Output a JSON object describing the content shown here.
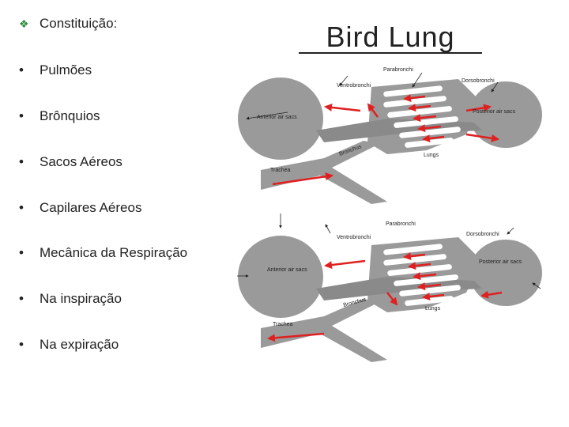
{
  "bullets": [
    {
      "marker": "❖",
      "text": "Constituição:"
    },
    {
      "marker": "•",
      "text": "Pulmões"
    },
    {
      "marker": "•",
      "text": "Brônquios"
    },
    {
      "marker": "•",
      "text": "Sacos Aéreos"
    },
    {
      "marker": "•",
      "text": "Capilares Aéreos"
    },
    {
      "marker": "•",
      "text": "Mecânica da Respiração"
    },
    {
      "marker": "•",
      "text": "Na inspiração"
    },
    {
      "marker": "•",
      "text": "Na expiração"
    }
  ],
  "title": "Bird Lung",
  "diagram_top": {
    "parabronchi": "Parabronchi",
    "ventrobronchi": "Ventrobronchi",
    "dorsobronchi": "Dorsobronchi",
    "anterior_air_sacs": "Anterior air sacs",
    "posterior_air_sacs": "Posterior air sacs",
    "bronchus": "Bronchus",
    "lungs": "Lungs",
    "trachea": "Trachea"
  },
  "diagram_bottom": {
    "parabronchi": "Parabronchi",
    "ventrobronchi": "Ventrobronchi",
    "dorsobronchi": "Dorsobronchi",
    "anterior_air_sacs": "Anterior air sacs",
    "posterior_air_sacs": "Posterior air sacs",
    "bronchus": "Bronchus",
    "lungs": "Lungs",
    "trachea": "Trachea"
  },
  "colors": {
    "tissue": "#9a9a9a",
    "arrow": "#e02020",
    "bullet_diamond": "#2d8c3c"
  }
}
